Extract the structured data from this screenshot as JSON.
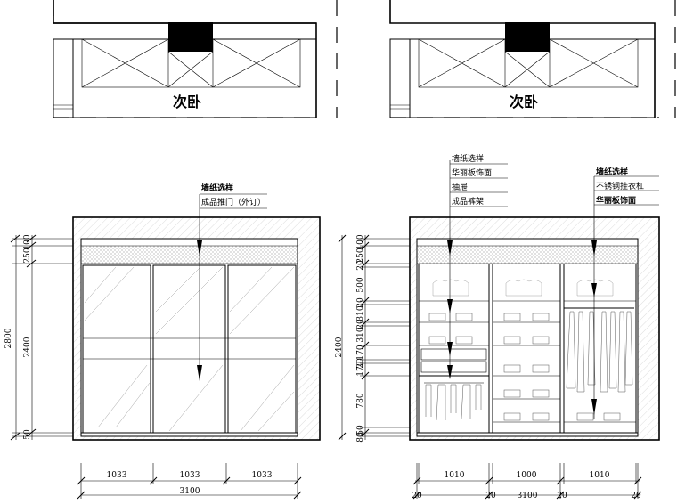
{
  "room_labels": {
    "left": "次卧",
    "right": "次卧"
  },
  "left_elevation": {
    "callouts": [
      {
        "text": "墙纸选样",
        "bold": true
      },
      {
        "text": "成品推门（外订）",
        "bold": false
      }
    ],
    "vertical_dims": {
      "overall": "2800",
      "inner": "2400",
      "segments": [
        "100",
        "250",
        "50"
      ]
    },
    "horizontal_dims": {
      "segments": [
        "1033",
        "1033",
        "1033"
      ],
      "total": "3100"
    }
  },
  "right_elevation": {
    "callouts_left": [
      "墙纸选样",
      "华丽板饰面",
      "抽屉",
      "成品裤架"
    ],
    "callouts_right": [
      {
        "text": "墙纸选样",
        "bold": true
      },
      {
        "text": "不锈钢挂衣杠",
        "bold": false
      },
      {
        "text": "华丽板饰面",
        "bold": true
      }
    ],
    "vertical_dims": {
      "overall": "2400",
      "segments": [
        "100",
        "250",
        "20",
        "500",
        "20",
        "310",
        "20",
        "310",
        "170",
        "20",
        "170",
        "780",
        "50",
        "80"
      ]
    },
    "horizontal_dims": {
      "segments": [
        "1010",
        "1000",
        "1010"
      ],
      "total": "3100",
      "edges": [
        "20",
        "20",
        "20",
        "20"
      ]
    }
  }
}
